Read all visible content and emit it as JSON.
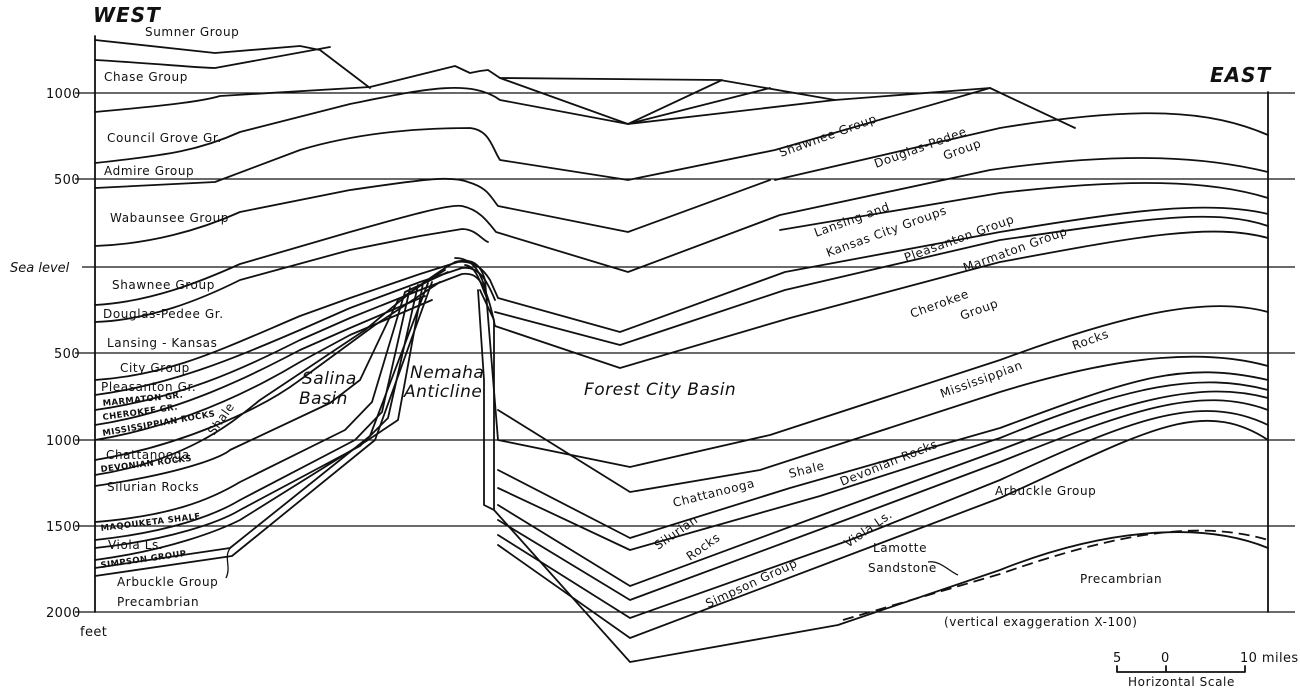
{
  "title": {
    "west": "WEST",
    "east": "EAST"
  },
  "depth_axis": {
    "ticks": [
      "1000",
      "500",
      "Sea level",
      "500",
      "1000",
      "1500",
      "2000"
    ],
    "unit": "feet"
  },
  "west_labels": [
    "Sumner Group",
    "Chase Group",
    "Council Grove Gr.",
    "Admire Group",
    "Wabaunsee Group",
    "Shawnee Group",
    "Douglas-Pedee Gr.",
    "Lansing - Kansas",
    "City Group",
    "Pleasanton Gr.",
    "MARMATON GR.",
    "CHEROKEE GR.",
    "MISSISSIPPIAN ROCKS",
    "Chattanooga",
    "DEVONIAN ROCKS",
    "Silurian Rocks",
    "MAQOUKETA SHALE",
    "Viola Ls.",
    "SIMPSON GROUP",
    "Arbuckle Group",
    "Precambrian"
  ],
  "structures": {
    "salina_basin": [
      "Salina",
      "Basin"
    ],
    "nemaha": [
      "Nemaha",
      "Anticline"
    ],
    "forest_city": "Forest City Basin",
    "shale_west": "Shale"
  },
  "east_labels": {
    "shawnee": "Shawnee Group",
    "douglas_pedee": [
      "Douglas-Pedee",
      "Group"
    ],
    "lansing": [
      "Lansing and",
      "Kansas City Groups"
    ],
    "pleasanton": "Pleasanton Group",
    "marmaton": "Marmaton Group",
    "cherokee": [
      "Cherokee",
      "Group"
    ],
    "mississippian": [
      "Rocks",
      "Mississippian"
    ],
    "chattanooga": [
      "Chattanooga",
      "Shale"
    ],
    "devonian": "Devonian Rocks",
    "silurian": [
      "Silurian",
      "Rocks"
    ],
    "viola": "Viola Ls.",
    "simpson": "Simpson Group",
    "arbuckle": "Arbuckle Group",
    "lamotte": [
      "Lamotte",
      "Sandstone"
    ],
    "precambrian": "Precambrian"
  },
  "note": "(vertical exaggeration  X-100)",
  "scale_bar": {
    "ticks": [
      "5",
      "0",
      "10 miles"
    ],
    "caption": "Horizontal Scale"
  }
}
